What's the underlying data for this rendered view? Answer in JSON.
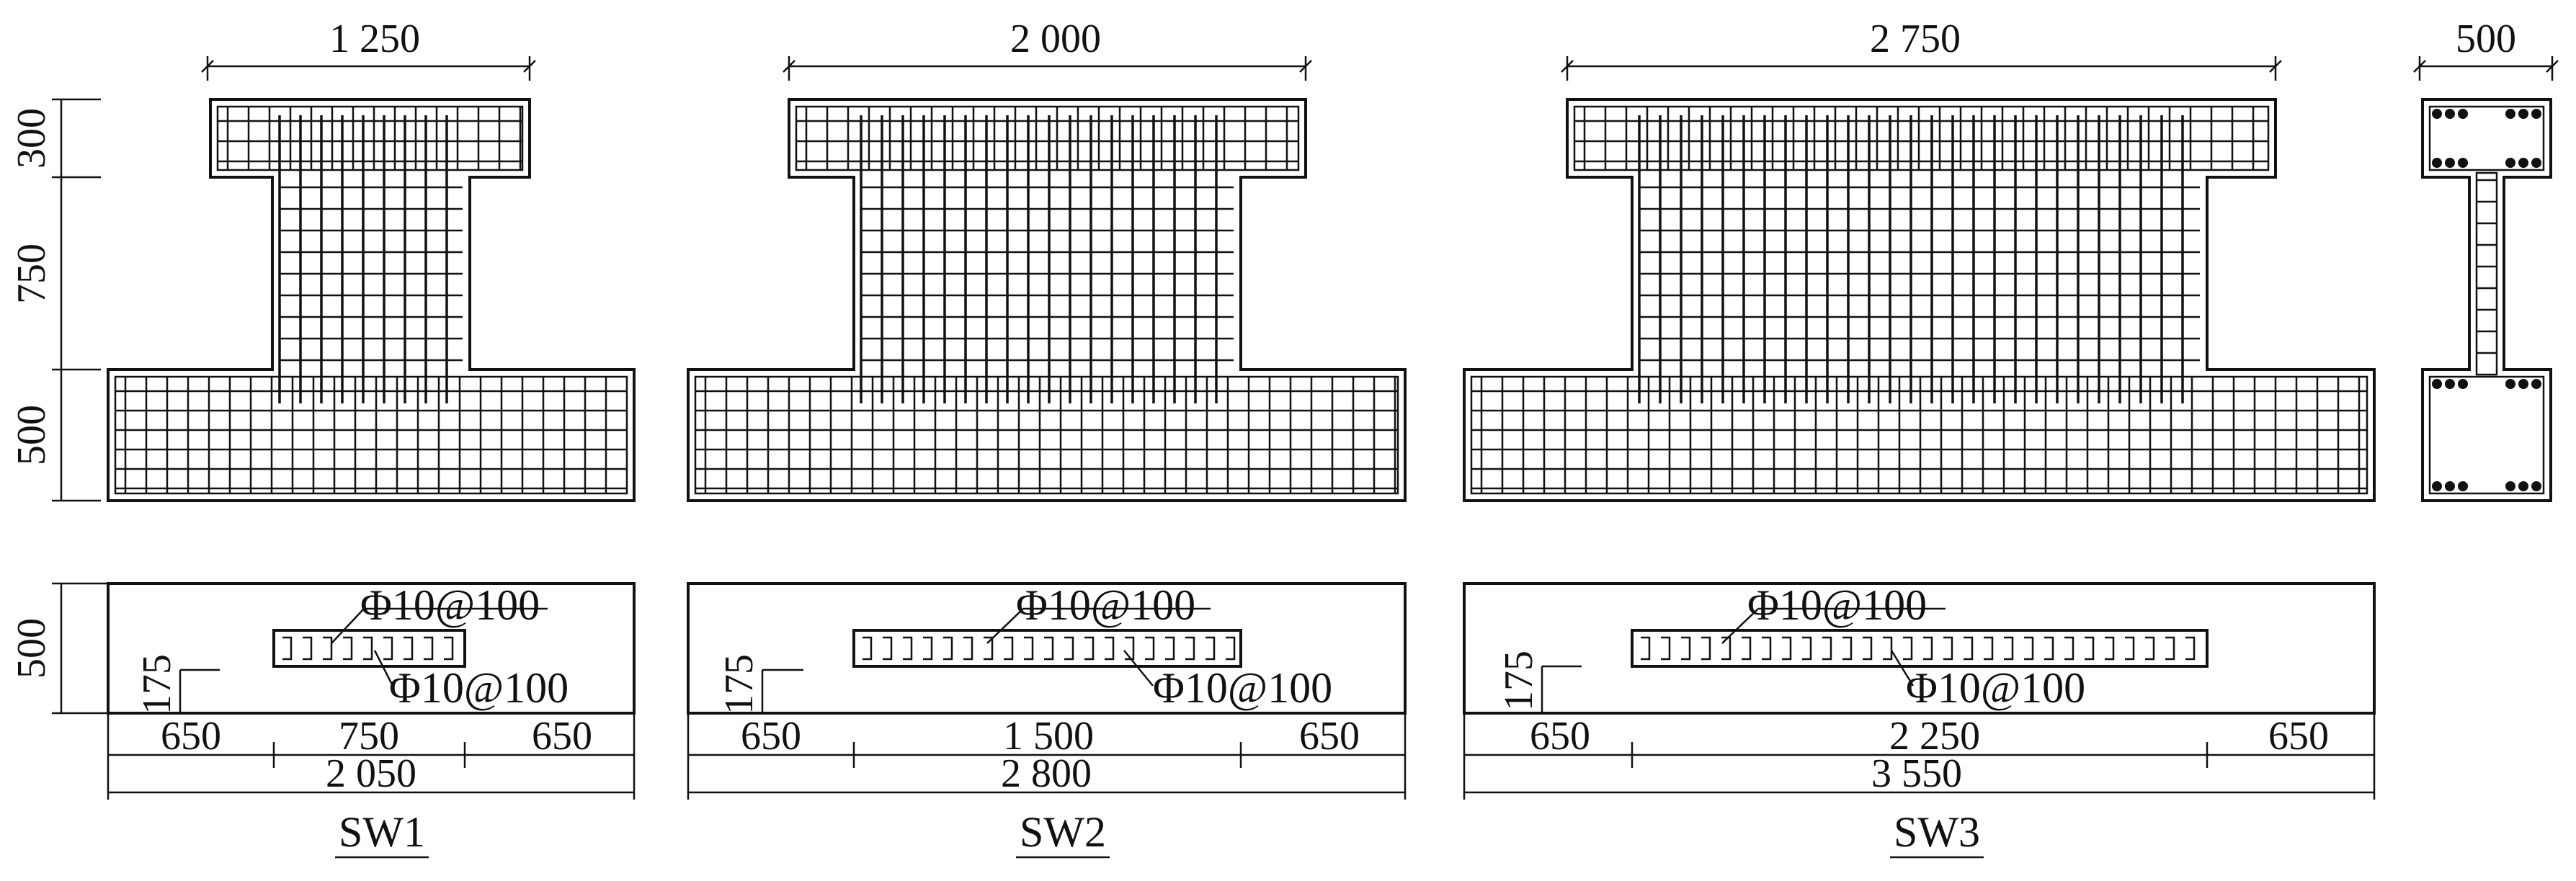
{
  "specimens": [
    {
      "name": "SW1",
      "elevation": {
        "top_width": "1 250",
        "heights": [
          "300",
          "750",
          "500"
        ]
      },
      "section": {
        "height": "500",
        "cover": "175",
        "rebar_top": "Φ10@100",
        "rebar_bottom": "Φ10@100",
        "segments": [
          "650",
          "750",
          "650"
        ],
        "total": "2 050"
      }
    },
    {
      "name": "SW2",
      "elevation": {
        "top_width": "2 000"
      },
      "section": {
        "cover": "175",
        "rebar_top": "Φ10@100",
        "rebar_bottom": "Φ10@100",
        "segments": [
          "650",
          "1 500",
          "650"
        ],
        "total": "2 800"
      }
    },
    {
      "name": "SW3",
      "elevation": {
        "top_width": "2 750"
      },
      "section": {
        "cover": "175",
        "rebar_top": "Φ10@100",
        "rebar_bottom": "Φ10@100",
        "segments": [
          "650",
          "2 250",
          "650"
        ],
        "total": "3 550"
      }
    }
  ],
  "side_view": {
    "width": "500"
  }
}
